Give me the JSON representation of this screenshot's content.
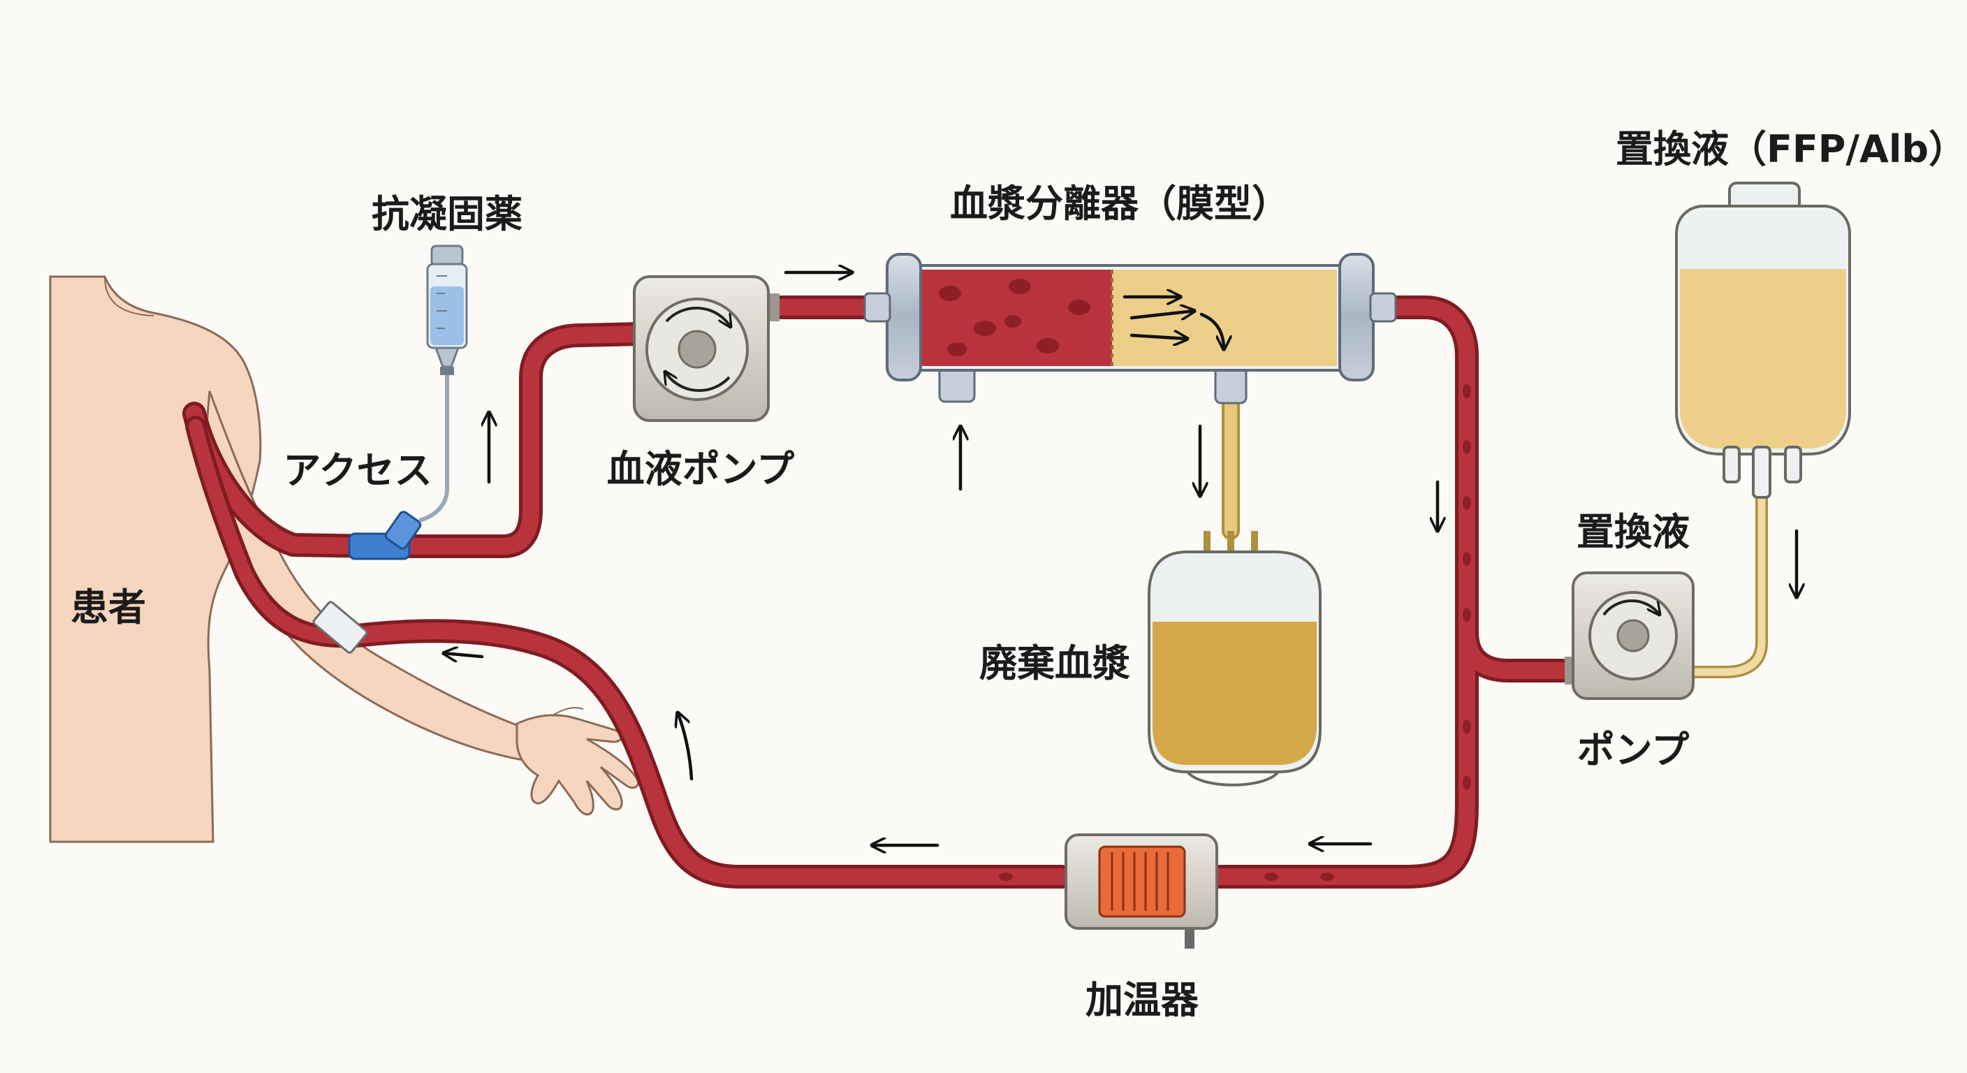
{
  "labels": {
    "anticoagulant": "抗凝固薬",
    "access": "アクセス",
    "patient": "患者",
    "blood_pump": "血液ポンプ",
    "separator": "血漿分離器（膜型）",
    "waste_plasma": "廃棄血漿",
    "replacement_fluid": "置換液（FFP/Alb）",
    "replacement_pump_top": "置換液",
    "replacement_pump_bottom": "ポンプ",
    "warmer": "加温器"
  },
  "colors": {
    "blood": "#b8333b",
    "blood_dark": "#7e1c22",
    "plasma": "#e9c97b",
    "skin": "#f6d6bf",
    "device_grey": "#d6d4cc",
    "connector_blue": "#3f7fd0",
    "heater_orange": "#ea6a3a"
  },
  "icons": [
    "patient-figure",
    "syringe-icon",
    "pump-icon",
    "filter-icon",
    "bag-icon",
    "heater-icon",
    "flow-arrow-icon"
  ]
}
